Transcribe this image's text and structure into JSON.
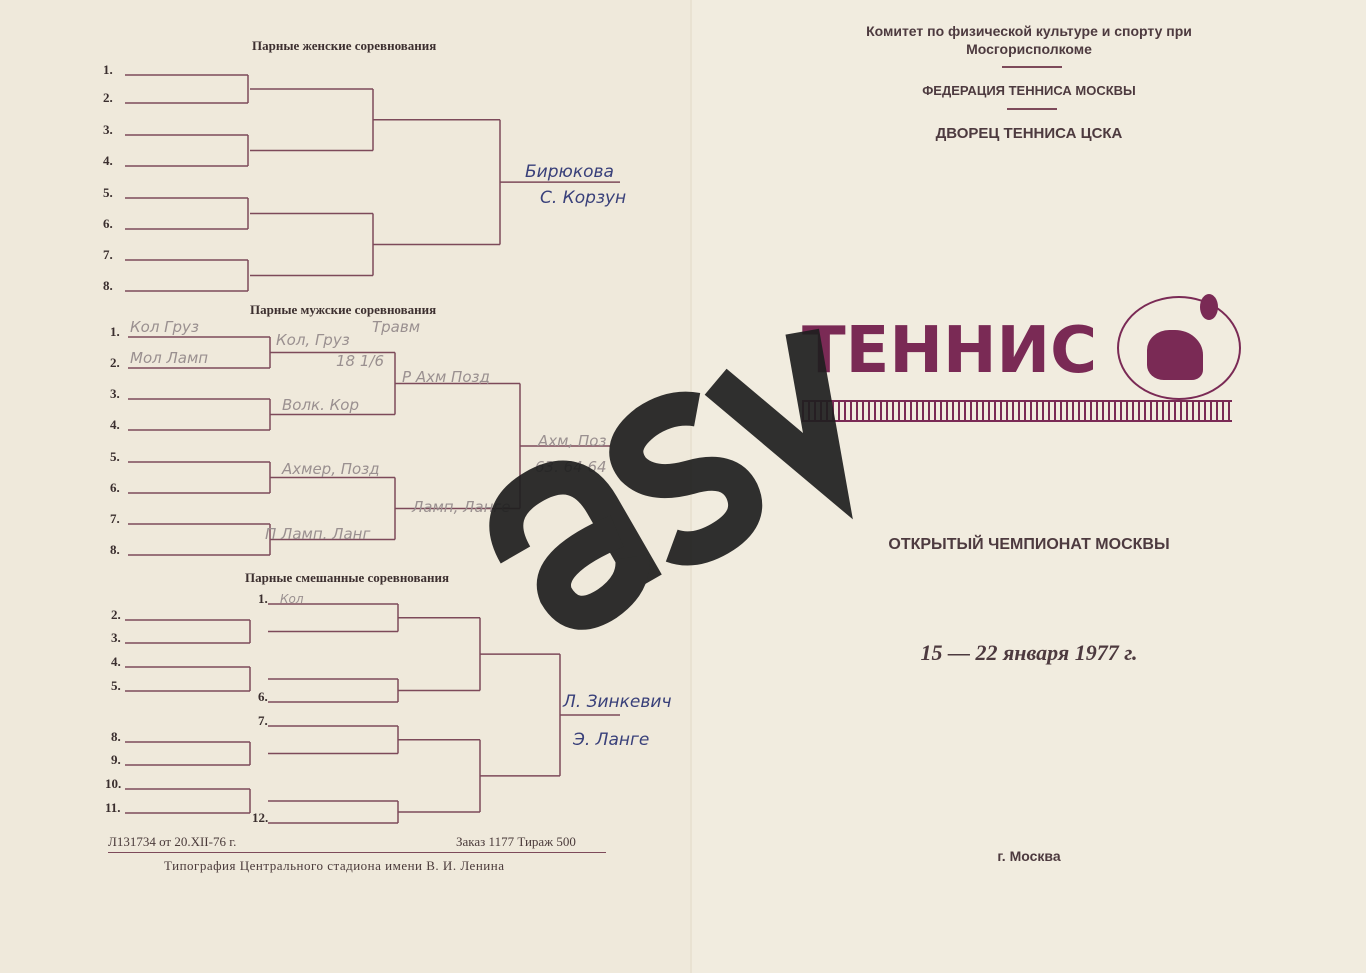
{
  "left_page": {
    "women": {
      "title": "Парные женские соревнования",
      "numbers": [
        "1.",
        "2.",
        "3.",
        "4.",
        "5.",
        "6.",
        "7.",
        "8."
      ],
      "notes": [
        "Бирюкова",
        "С. Корзун"
      ]
    },
    "men": {
      "title": "Парные мужские соревнования",
      "numbers": [
        "1.",
        "2.",
        "3.",
        "4.",
        "5.",
        "6.",
        "7.",
        "8."
      ],
      "notes": [
        "Кол Груз",
        "Мол Ламп",
        "Кол, Груз",
        "Травм",
        "18 1/6",
        "Волк. Кор",
        "Р Ахм Позд",
        "Ахмер, Позд",
        "П Ламп. Ланг",
        "Ламп, Ланге",
        "Ахм, Поз",
        "63. 64 64"
      ]
    },
    "mixed": {
      "title": "Парные смешанные соревнования",
      "left_numbers": [
        "2.",
        "3.",
        "4.",
        "5.",
        "8.",
        "9.",
        "10.",
        "11."
      ],
      "seeded_numbers": [
        "1.",
        "6.",
        "7.",
        "12."
      ],
      "notes": [
        "Кол",
        "Л. Зинкевич",
        "Э. Ланге"
      ]
    },
    "imprint": {
      "license": "Л131734 от 20.XII-76 г.",
      "order": "Заказ 1177 Тираж 500",
      "printer": "Типография Центрального стадиона имени В. И. Ленина"
    }
  },
  "right_page": {
    "committee": "Комитет по физической культуре и спорту при Мосгорисполкоме",
    "federation": "ФЕДЕРАЦИЯ ТЕННИСА МОСКВЫ",
    "palace": "ДВОРЕЦ ТЕННИСА ЦСКА",
    "logo_text": "ТЕННИС",
    "event": "ОТКРЫТЫЙ ЧЕМПИОНАТ МОСКВЫ",
    "dates": "15 — 22 января 1977 г.",
    "city": "г. Москва"
  },
  "watermark": "asv",
  "colors": {
    "bracket": "#7d4a5a",
    "logo": "#7a2a55",
    "ink": "#39407a"
  }
}
